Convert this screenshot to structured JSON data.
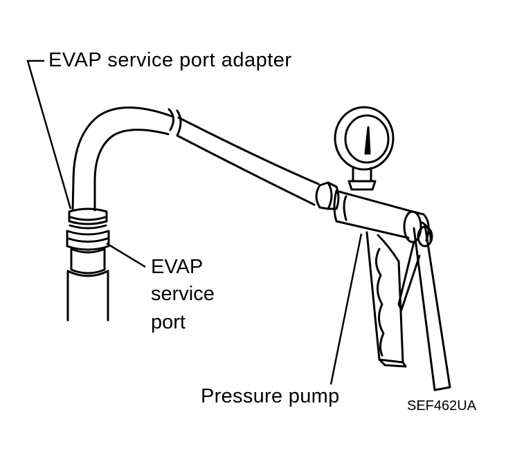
{
  "labels": {
    "adapter": "EVAP service port adapter",
    "service_port_line1": "EVAP",
    "service_port_line2": "service",
    "service_port_line3": "port",
    "pressure_pump": "Pressure pump",
    "figure_code": "SEF462UA"
  },
  "colors": {
    "ink": "#000000",
    "paper": "#ffffff"
  },
  "icons": {
    "gauge": "pressure-gauge-icon",
    "pump": "hand-pump-icon"
  }
}
